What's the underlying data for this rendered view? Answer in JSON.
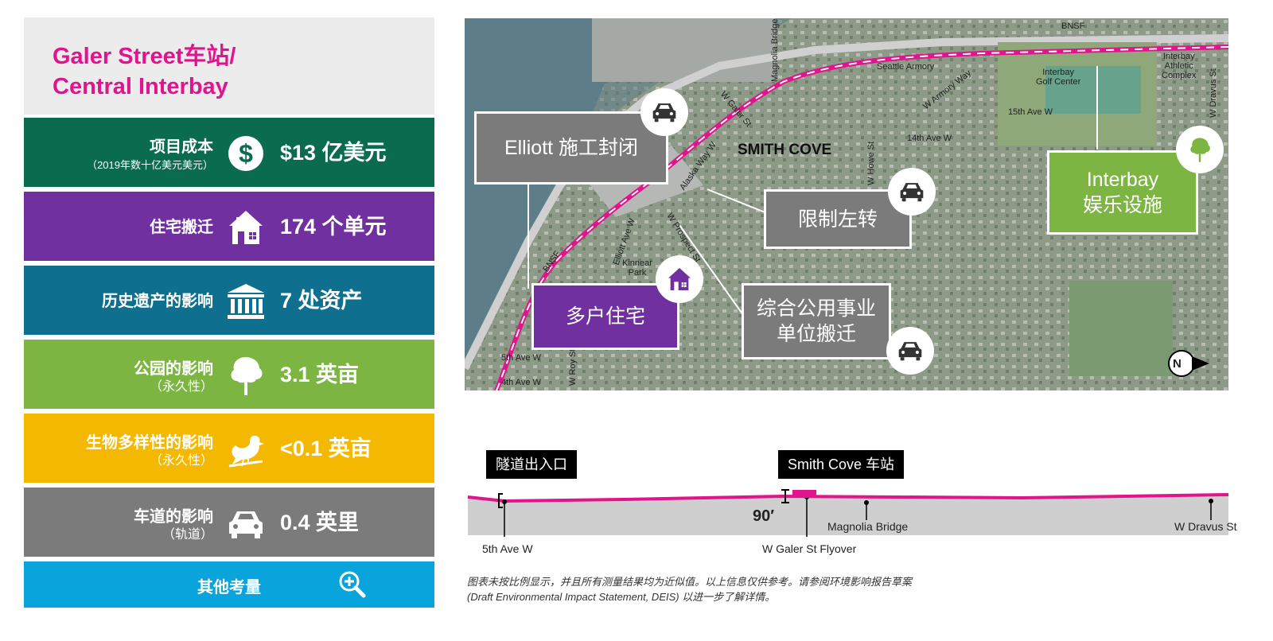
{
  "title_line1": "Galer Street车站/",
  "title_line2": "Central Interbay",
  "rows": [
    {
      "label": "项目成本",
      "sub": "（2019年数十亿美元美元）",
      "value": "$13 亿美元",
      "icon": "dollar-icon",
      "color": "#0a6b4f"
    },
    {
      "label": "住宅搬迁",
      "sub": "",
      "value": "174 个单元",
      "icon": "house-icon",
      "color": "#7030a0"
    },
    {
      "label": "历史遗产的影响",
      "sub": "",
      "value": "7 处资产",
      "icon": "building-icon",
      "color": "#0f6f8e"
    },
    {
      "label": "公园的影响",
      "sub": "（永久性）",
      "value": "3.1 英亩",
      "icon": "tree-icon",
      "color": "#7db543"
    },
    {
      "label": "生物多样性的影响",
      "sub": "（永久性）",
      "value": "<0.1 英亩",
      "icon": "bird-icon",
      "color": "#f5b800"
    },
    {
      "label": "车道的影响",
      "sub": "（轨道）",
      "value": "0.4 英里",
      "icon": "car-icon",
      "color": "#7b7b7b"
    }
  ],
  "more": {
    "label": "其他考量",
    "icon": "magnify-plus-icon",
    "color": "#0aa4dd"
  },
  "map": {
    "callouts": {
      "elliott": "Elliott 施工封闭",
      "left_turn": "限制左转",
      "interbay_l1": "Interbay",
      "interbay_l2": "娱乐设施",
      "multi_family": "多户住宅",
      "utility_l1": "综合公用事业",
      "utility_l2": "单位搬迁"
    },
    "neighborhood": "SMITH COVE",
    "labels": {
      "bnsf_top": "BNSF",
      "bnsf_left": "BNSF",
      "armory": "Seattle Armory",
      "armory_way": "W Armory Way",
      "magnolia_bridge": "Magnolia Bridge",
      "w_galer": "W Galer St",
      "alaska": "Alaska Way W",
      "golf_l1": "Interbay",
      "golf_l2": "Golf Center",
      "athletic_l1": "Interbay",
      "athletic_l2": "Athletic",
      "athletic_l3": "Complex",
      "dravus": "W Dravus St",
      "ave15": "15th Ave W",
      "ave14": "14th Ave W",
      "howe": "W Howe St",
      "elliott_ave": "Elliott Ave W",
      "prospect": "W Prospect St",
      "kinnear_l1": "Kinnear",
      "kinnear_l2": "Park",
      "ave5": "5th Ave W",
      "ave4": "4th Ave W",
      "roy": "W Roy St",
      "north": "N"
    }
  },
  "profile": {
    "tunnel_portal": "隧道出入口",
    "station": "Smith Cove 车站",
    "height": "90′",
    "ave5": "5th Ave W",
    "flyover": "W Galer St Flyover",
    "magnolia": "Magnolia Bridge",
    "dravus": "W Dravus St"
  },
  "note_line1": "图表未按比例显示，并且所有测量结果均为近似值。以上信息仅供参考。请参阅环境影响报告草案",
  "note_line2": "(Draft Environmental Impact Statement, DEIS) 以进一步了解详情。",
  "colors": {
    "accent": "#e0148c",
    "callout_gray": "#7b7b7b",
    "callout_purple": "#7030a0",
    "callout_green": "#7db543"
  }
}
